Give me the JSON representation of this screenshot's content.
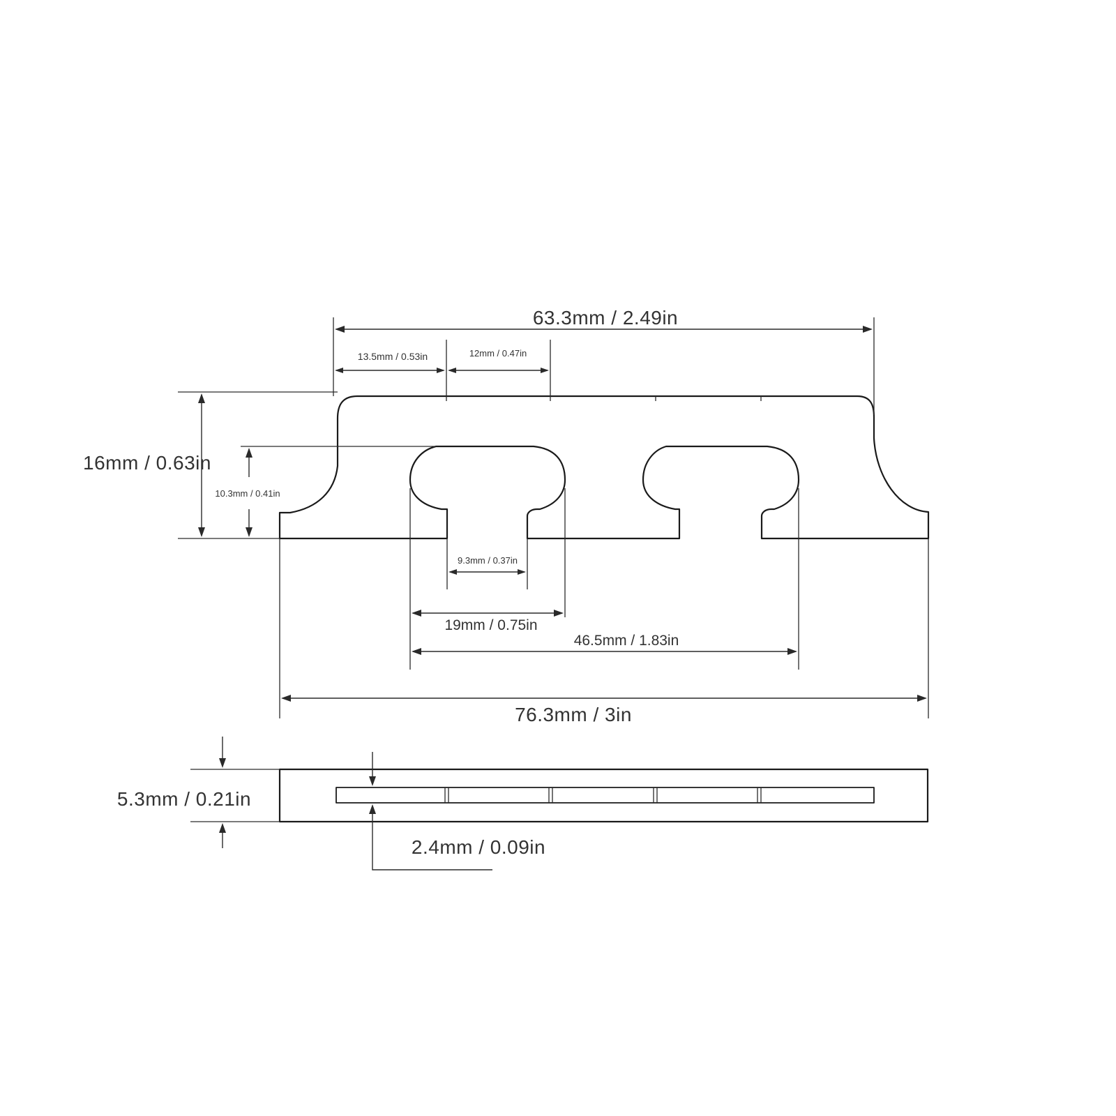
{
  "diagram": {
    "dimensions": {
      "top_width": "63.3mm / 2.49in",
      "first_spacing": "13.5mm / 0.53in",
      "second_spacing": "12mm / 0.47in",
      "height": "16mm / 0.63in",
      "arch_height": "10.3mm / 0.41in",
      "foot_width": "9.3mm / 0.37in",
      "arch_width": "19mm / 0.75in",
      "arch_span": "46.5mm / 1.83in",
      "base_width": "76.3mm / 3in",
      "thickness": "5.3mm / 0.21in",
      "slot_width": "2.4mm / 0.09in"
    },
    "colors": {
      "line": "#1a1a1a",
      "text": "#333333",
      "background": "#ffffff"
    }
  }
}
